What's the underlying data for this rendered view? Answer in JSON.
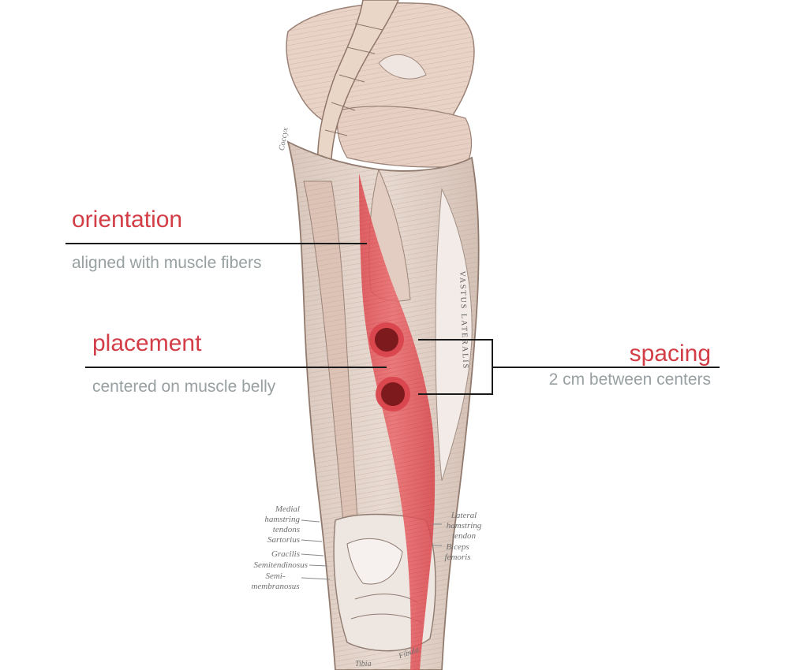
{
  "colors": {
    "accent": "#d23d46",
    "electrode_ring": "#d9454c",
    "electrode_core": "#7d1a1d",
    "leader_line": "#1a1a1a",
    "subtext": "#98a0a2",
    "muscle_highlight": "#e2545a"
  },
  "callouts": {
    "orientation": {
      "title": "orientation",
      "subtitle": "aligned with muscle fibers"
    },
    "placement": {
      "title": "placement",
      "subtitle": "centered on muscle belly"
    },
    "spacing": {
      "title": "spacing",
      "subtitle": "2 cm between centers"
    }
  },
  "anatomy_labels": {
    "medial_hamstring_tendons": "Medial\nhamstring\ntendons",
    "sartorius": "Sartorius",
    "gracilis": "Gracilis",
    "semitendinosus": "Semitendinosus",
    "semimembranosus": "Semi-\nmembranosus",
    "lateral_hamstring_tendon": "Lateral\nhamstring\ntendon",
    "biceps_femoris": "Biceps\nfemoris",
    "vastus_lateralis": "VASTUS LATERALIS",
    "coccyx": "Coccyx",
    "tibia": "Tibia",
    "fibula": "Fibula"
  },
  "electrodes": [
    {
      "name": "proximal-electrode"
    },
    {
      "name": "distal-electrode"
    }
  ]
}
